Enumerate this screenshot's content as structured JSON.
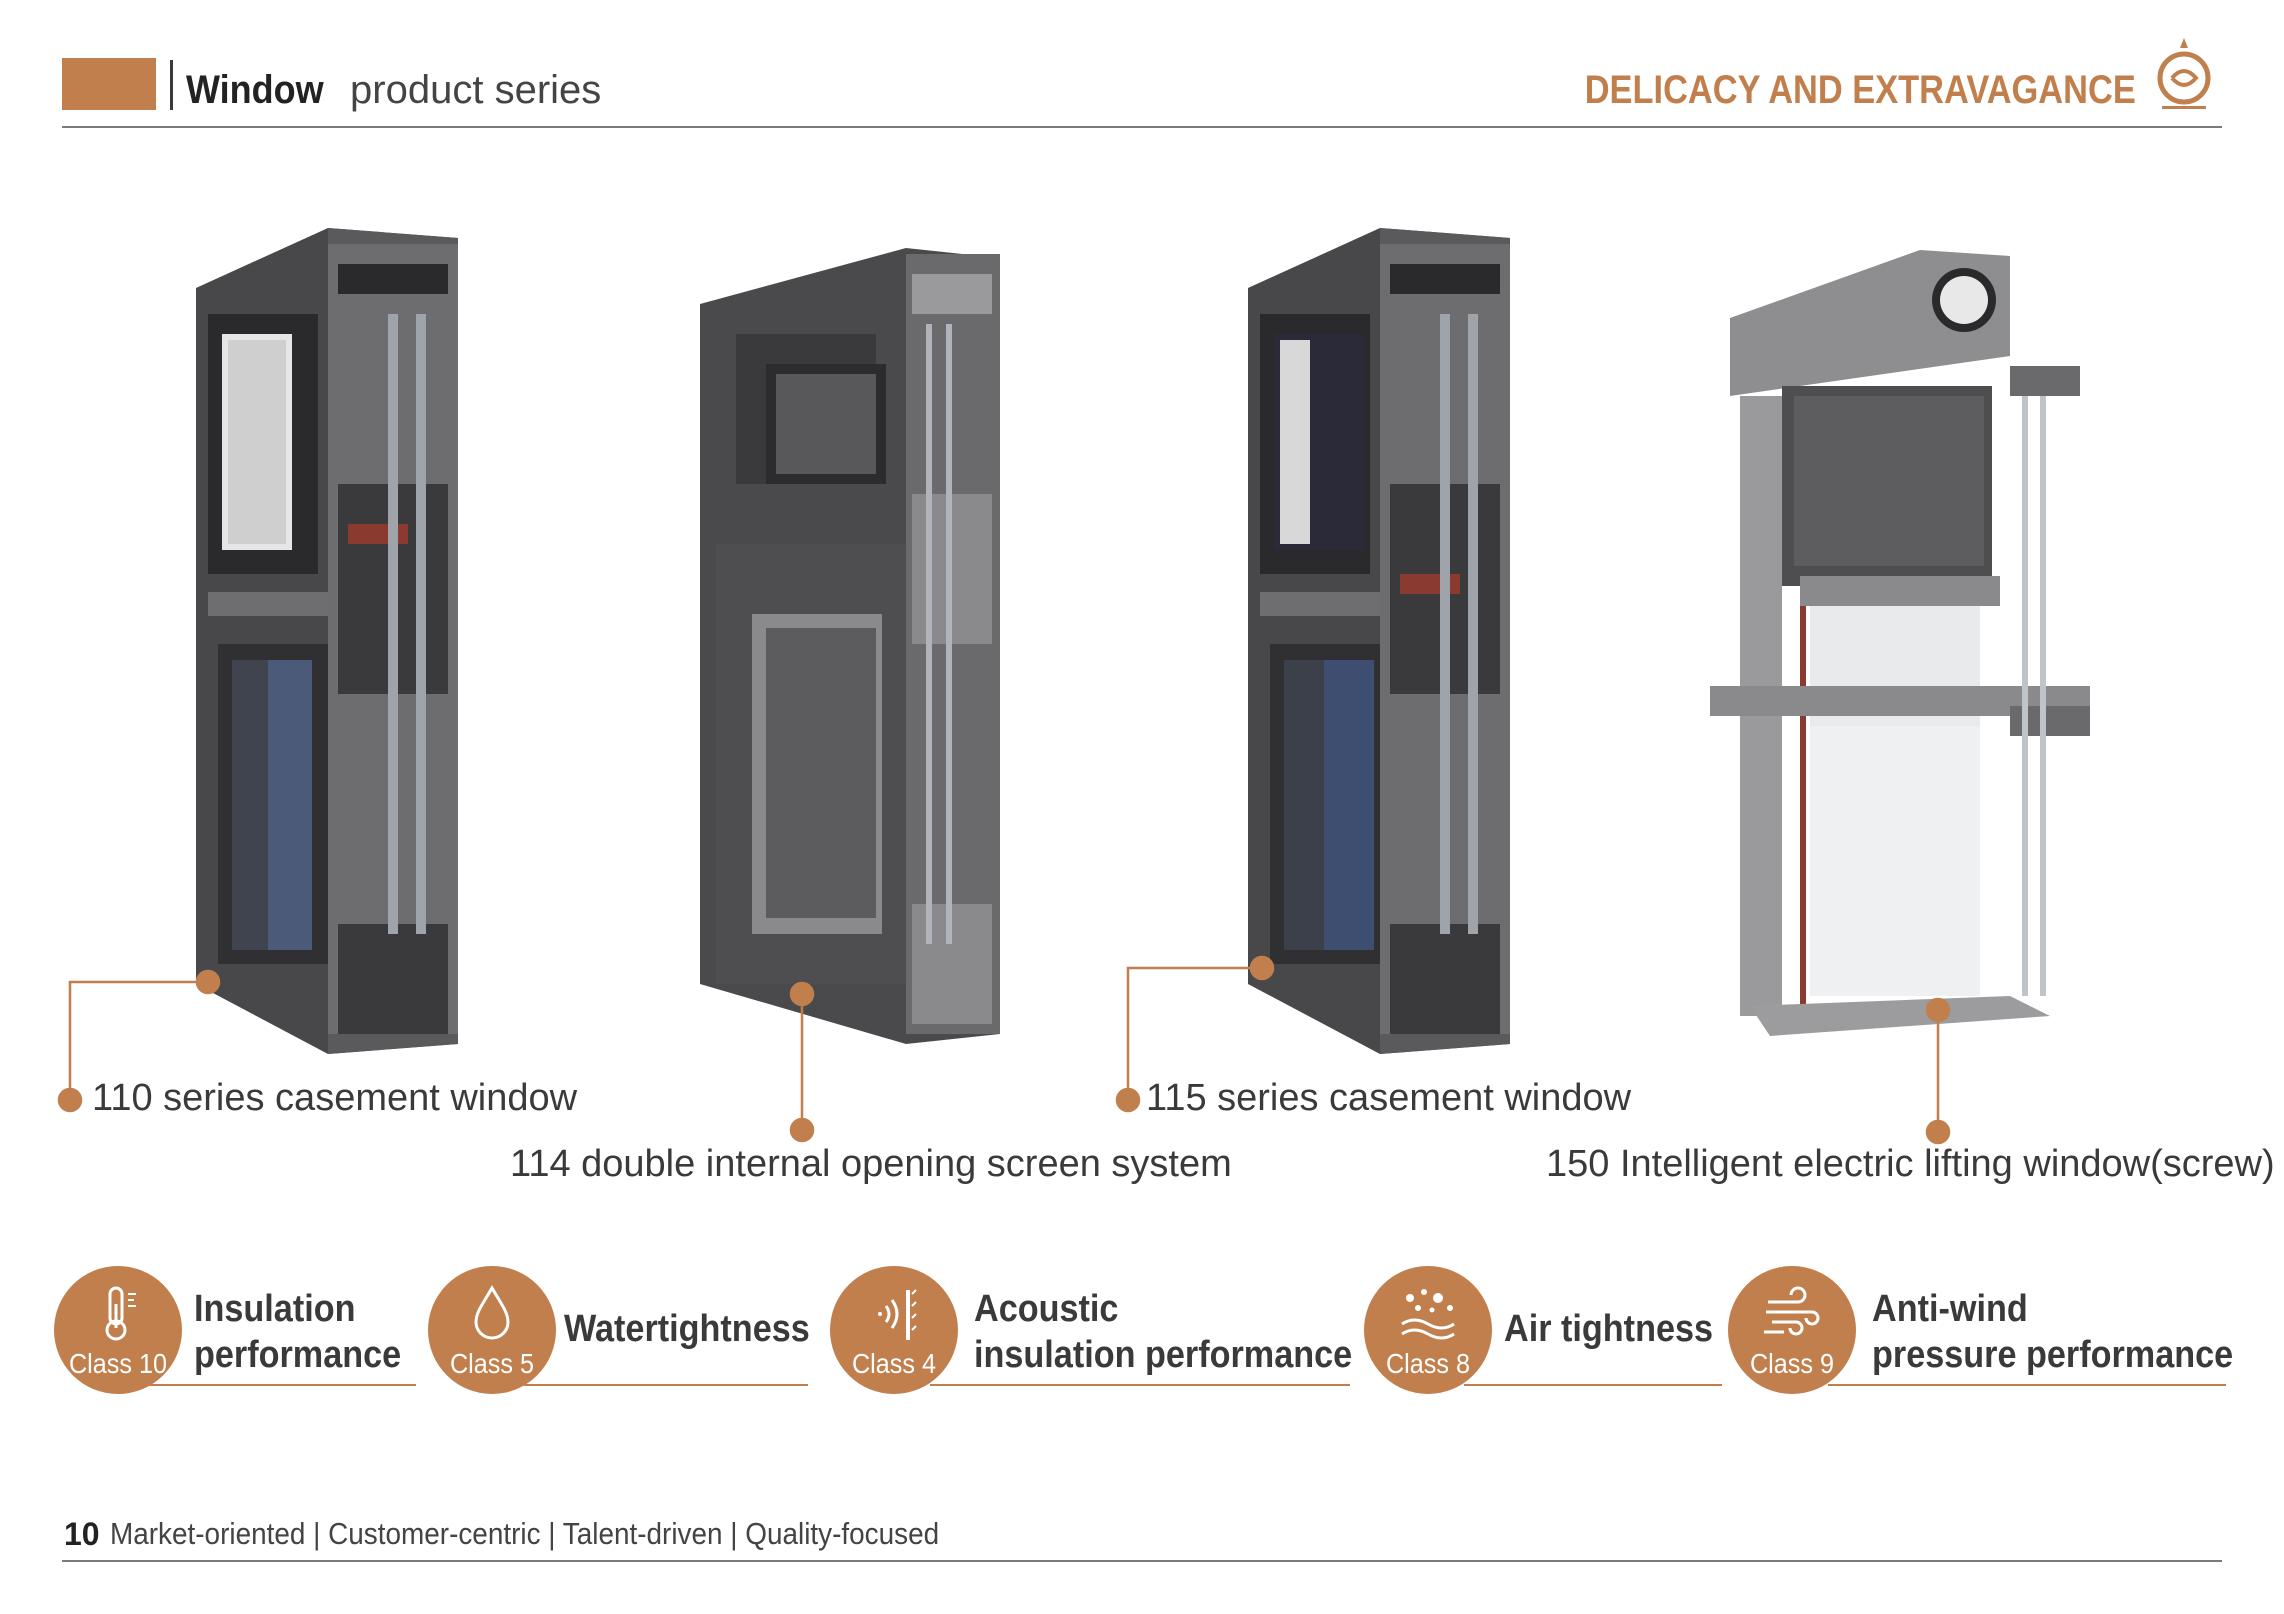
{
  "header": {
    "title_bold": "Window",
    "title_rest": " product series",
    "slogan": "DELICACY AND EXTRAVAGANCE",
    "logo_icon": "company-logo-icon"
  },
  "products": [
    {
      "label": "110 series casement window"
    },
    {
      "label": "114 double internal opening screen system"
    },
    {
      "label": "115 series casement window"
    },
    {
      "label": "150 Intelligent electric lifting window(screw)"
    }
  ],
  "performance": [
    {
      "class_label": "Class 10",
      "title_line1": "Insulation",
      "title_line2": "performance",
      "icon": "thermometer-icon"
    },
    {
      "class_label": "Class 5",
      "title_line1": "Watertightness",
      "title_line2": "",
      "icon": "water-drop-icon"
    },
    {
      "class_label": "Class 4",
      "title_line1": "Acoustic",
      "title_line2": "insulation performance",
      "icon": "sound-wave-icon"
    },
    {
      "class_label": "Class 8",
      "title_line1": "Air tightness",
      "title_line2": "",
      "icon": "air-particles-icon"
    },
    {
      "class_label": "Class 9",
      "title_line1": "Anti-wind",
      "title_line2": "pressure performance",
      "icon": "wind-icon"
    }
  ],
  "footer": {
    "page_number": "10",
    "tagline": "Market-oriented | Customer-centric | Talent-driven | Quality-focused"
  },
  "colors": {
    "accent": "#c07f4c",
    "frame_dark": "#3c3c3e",
    "frame_mid": "#6b6b6d",
    "text": "#3a3a3a"
  }
}
